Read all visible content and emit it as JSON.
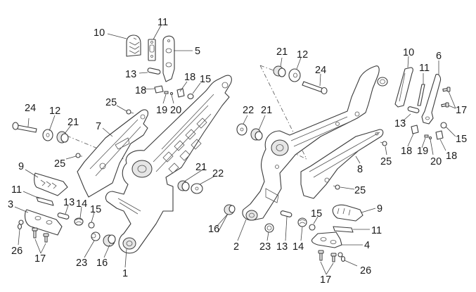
{
  "diagram": {
    "type": "exploded-parts-view",
    "subject": "footpeg / footrest brackets (left and right)",
    "callouts": [
      {
        "id": "c10a",
        "text": "10"
      },
      {
        "id": "c11a",
        "text": "11"
      },
      {
        "id": "c5",
        "text": "5"
      },
      {
        "id": "c13a",
        "text": "13"
      },
      {
        "id": "c18a",
        "text": "18"
      },
      {
        "id": "c18b",
        "text": "18"
      },
      {
        "id": "c15a",
        "text": "15"
      },
      {
        "id": "c19a",
        "text": "19"
      },
      {
        "id": "c20a",
        "text": "20"
      },
      {
        "id": "c25a",
        "text": "25"
      },
      {
        "id": "c24a",
        "text": "24"
      },
      {
        "id": "c12a",
        "text": "12"
      },
      {
        "id": "c21a",
        "text": "21"
      },
      {
        "id": "c7",
        "text": "7"
      },
      {
        "id": "c25b",
        "text": "25"
      },
      {
        "id": "c9a",
        "text": "9"
      },
      {
        "id": "c11b",
        "text": "11"
      },
      {
        "id": "c3",
        "text": "3"
      },
      {
        "id": "c13b",
        "text": "13"
      },
      {
        "id": "c14a",
        "text": "14"
      },
      {
        "id": "c15b",
        "text": "15"
      },
      {
        "id": "c26a",
        "text": "26"
      },
      {
        "id": "c17a",
        "text": "17"
      },
      {
        "id": "c23a",
        "text": "23"
      },
      {
        "id": "c16a",
        "text": "16"
      },
      {
        "id": "c1",
        "text": "1"
      },
      {
        "id": "c21b",
        "text": "21"
      },
      {
        "id": "c22a",
        "text": "22"
      },
      {
        "id": "c21c",
        "text": "21"
      },
      {
        "id": "c12b",
        "text": "12"
      },
      {
        "id": "c24b",
        "text": "24"
      },
      {
        "id": "c22b",
        "text": "22"
      },
      {
        "id": "c21d",
        "text": "21"
      },
      {
        "id": "c10b",
        "text": "10"
      },
      {
        "id": "c11c",
        "text": "11"
      },
      {
        "id": "c6",
        "text": "6"
      },
      {
        "id": "c17b",
        "text": "17"
      },
      {
        "id": "c13c",
        "text": "13"
      },
      {
        "id": "c15c",
        "text": "15"
      },
      {
        "id": "c18c",
        "text": "18"
      },
      {
        "id": "c19b",
        "text": "19"
      },
      {
        "id": "c20b",
        "text": "20"
      },
      {
        "id": "c18d",
        "text": "18"
      },
      {
        "id": "c25c",
        "text": "25"
      },
      {
        "id": "c8",
        "text": "8"
      },
      {
        "id": "c25d",
        "text": "25"
      },
      {
        "id": "c16b",
        "text": "16"
      },
      {
        "id": "c2",
        "text": "2"
      },
      {
        "id": "c23b",
        "text": "23"
      },
      {
        "id": "c13d",
        "text": "13"
      },
      {
        "id": "c14b",
        "text": "14"
      },
      {
        "id": "c15d",
        "text": "15"
      },
      {
        "id": "c9b",
        "text": "9"
      },
      {
        "id": "c11d",
        "text": "11"
      },
      {
        "id": "c4",
        "text": "4"
      },
      {
        "id": "c17c",
        "text": "17"
      },
      {
        "id": "c26b",
        "text": "26"
      }
    ]
  }
}
